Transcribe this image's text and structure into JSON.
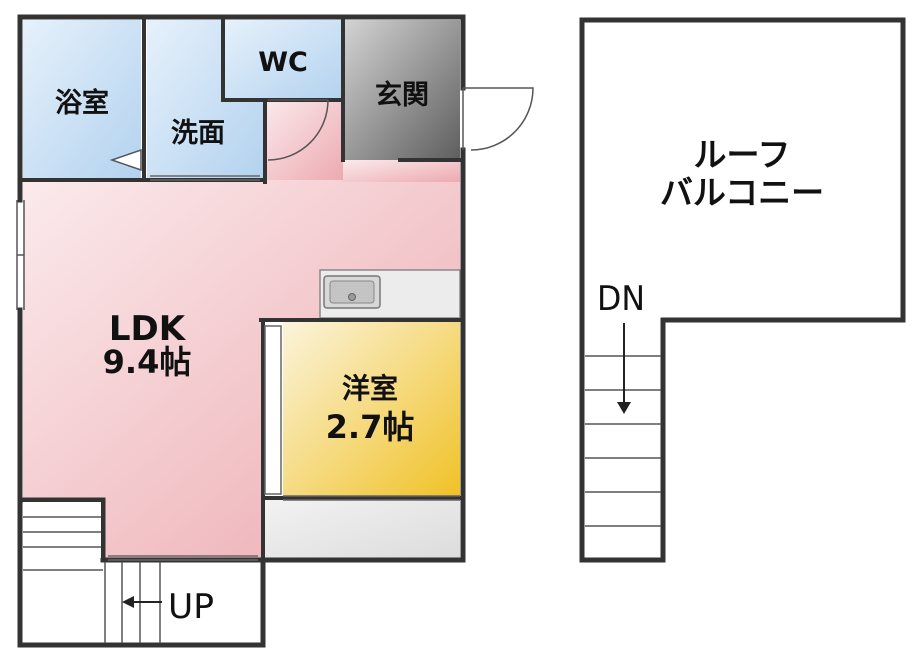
{
  "floorplan": {
    "rooms": {
      "bath": "浴室",
      "washroom": "洗面",
      "wc": "WC",
      "entrance": "玄関",
      "ldk_name": "LDK",
      "ldk_size": "9.4帖",
      "western_name": "洋室",
      "western_size": "2.7帖",
      "balcony_line1": "ルーフ",
      "balcony_line2": "バルコニー"
    },
    "stairs": {
      "up_label": "UP",
      "down_label": "DN"
    }
  }
}
